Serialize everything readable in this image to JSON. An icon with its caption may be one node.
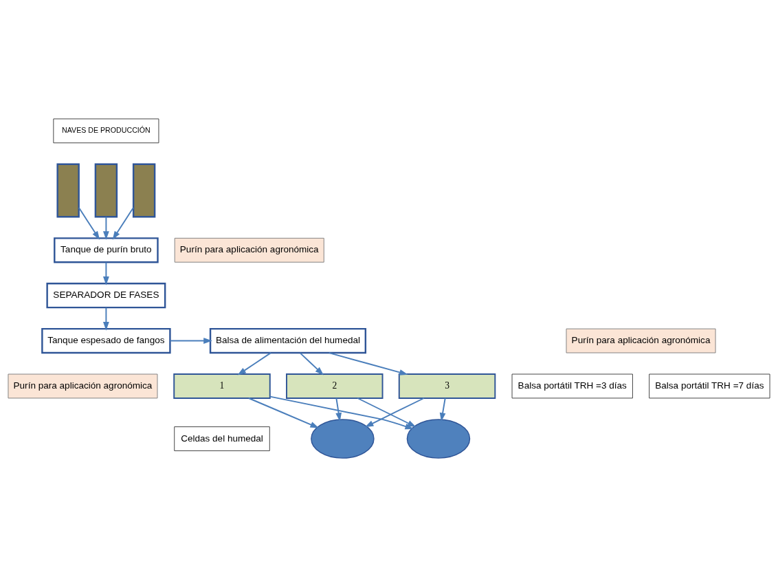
{
  "diagram": {
    "nodes": [
      {
        "text": [
          "NAVES DE PRODUCCIÓN"
        ]
      },
      {
        "text": [],
        "shape": "box"
      },
      {
        "text": [],
        "shape": "box"
      },
      {
        "text": [],
        "shape": "box"
      },
      {
        "text": [
          "Tanque de purín bruto"
        ]
      },
      {
        "text": [
          "Purín para aplicación agronómica"
        ]
      },
      {
        "text": [
          "SEPARADOR DE FASES"
        ]
      },
      {
        "text": [
          "Tanque espesado de fangos"
        ]
      },
      {
        "text": [
          "Purín para aplicación agronómica"
        ]
      },
      {
        "text": [
          "Balsa de alimentación del humedal"
        ]
      },
      {
        "text": [
          "3"
        ]
      },
      {
        "text": [
          "2"
        ]
      },
      {
        "text": [
          "1"
        ]
      },
      {
        "text": [
          "Celdas del humedal"
        ]
      },
      {
        "text": [
          "Purín para aplicación agronómica"
        ]
      },
      {
        "text": [
          "Balsa portátil TRH =3 días"
        ]
      },
      {
        "text": [
          "Balsa portátil TRH =7 días"
        ]
      },
      {
        "text": [],
        "shape": "ellipse"
      },
      {
        "text": [],
        "shape": "ellipse"
      }
    ],
    "edges": [
      {
        "from": 1,
        "to": 4,
        "arrow": "to"
      },
      {
        "from": 2,
        "to": 4,
        "arrow": "to"
      },
      {
        "from": 3,
        "to": 4,
        "arrow": "to"
      },
      {
        "from": 4,
        "to": 6,
        "arrow": "to"
      },
      {
        "from": 6,
        "to": 7,
        "arrow": "to"
      },
      {
        "from": 7,
        "to": 9,
        "arrow": "to"
      },
      {
        "from": 9,
        "to": 10,
        "arrow": "to"
      },
      {
        "from": 9,
        "to": 11,
        "arrow": "to"
      },
      {
        "from": 9,
        "to": 12,
        "arrow": "to"
      },
      {
        "from": 10,
        "to": 17,
        "arrow": "to"
      },
      {
        "from": 11,
        "to": 17,
        "arrow": "to"
      },
      {
        "from": 12,
        "to": 17,
        "arrow": "to"
      },
      {
        "from": 10,
        "to": 18,
        "arrow": "to"
      },
      {
        "from": 11,
        "to": 18,
        "arrow": "to"
      },
      {
        "from": 12,
        "to": 18,
        "arrow": "to"
      }
    ]
  }
}
